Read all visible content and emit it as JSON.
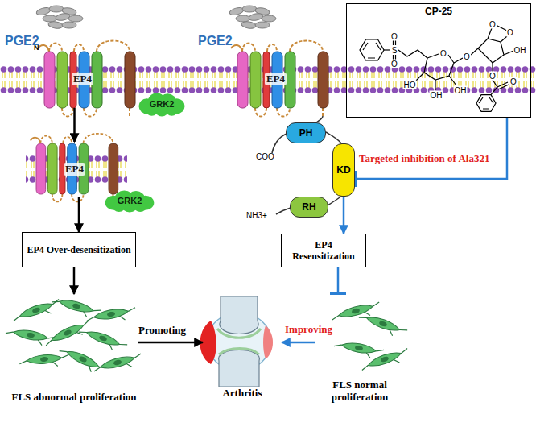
{
  "diagram": {
    "nodes": [
      {
        "text": [
          "EP4"
        ]
      },
      {
        "text": [
          "GRK2"
        ]
      },
      {
        "text": [
          "CP-25"
        ]
      },
      {
        "text": [
          "EP4"
        ]
      },
      {
        "text": [
          "EP4"
        ]
      },
      {
        "text": [
          "GRK2"
        ]
      },
      {
        "text": [
          "PH"
        ]
      },
      {
        "text": [
          "KD"
        ]
      },
      {
        "text": [
          "RH"
        ]
      },
      {
        "text": [
          "EP4 Over-desensitization"
        ]
      },
      {
        "text": [
          "EP4 Resensitization"
        ]
      },
      {
        "text": [
          "FLS abnormal proliferation"
        ]
      },
      {
        "text": [
          "Arthritis"
        ]
      },
      {
        "text": [
          "FLS normal proliferation"
        ]
      }
    ],
    "edges": [
      {
        "from": 0,
        "to": 4,
        "arrow": "to"
      },
      {
        "from": 4,
        "to": 9,
        "arrow": "to"
      },
      {
        "from": 9,
        "to": 11,
        "arrow": "to"
      },
      {
        "from": 11,
        "to": 12,
        "label": "Promoting",
        "arrow": "to"
      },
      {
        "from": 2,
        "to": 7,
        "label": "Targeted inhibition of Ala321",
        "arrow": "to"
      },
      {
        "from": 7,
        "to": 10,
        "arrow": "to"
      },
      {
        "from": 10,
        "to": 13,
        "arrow": "to"
      },
      {
        "from": 13,
        "to": 12,
        "label": "Improving",
        "arrow": "to"
      }
    ],
    "labels": [
      "PGE2",
      "N",
      "PGE2",
      "COO",
      "NH3+",
      "O",
      "S",
      "O",
      "O",
      "HO",
      "OH",
      "OH",
      "O",
      "O",
      "O",
      "OH",
      "O",
      "O"
    ]
  }
}
